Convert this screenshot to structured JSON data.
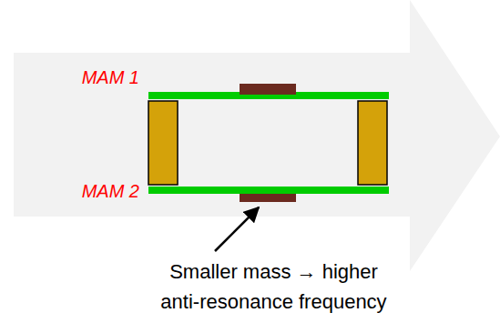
{
  "diagram": {
    "labels": [
      "MAM 1",
      "MAM 2",
      "Smaller mass → higher anti-resonance frequency"
    ]
  }
}
